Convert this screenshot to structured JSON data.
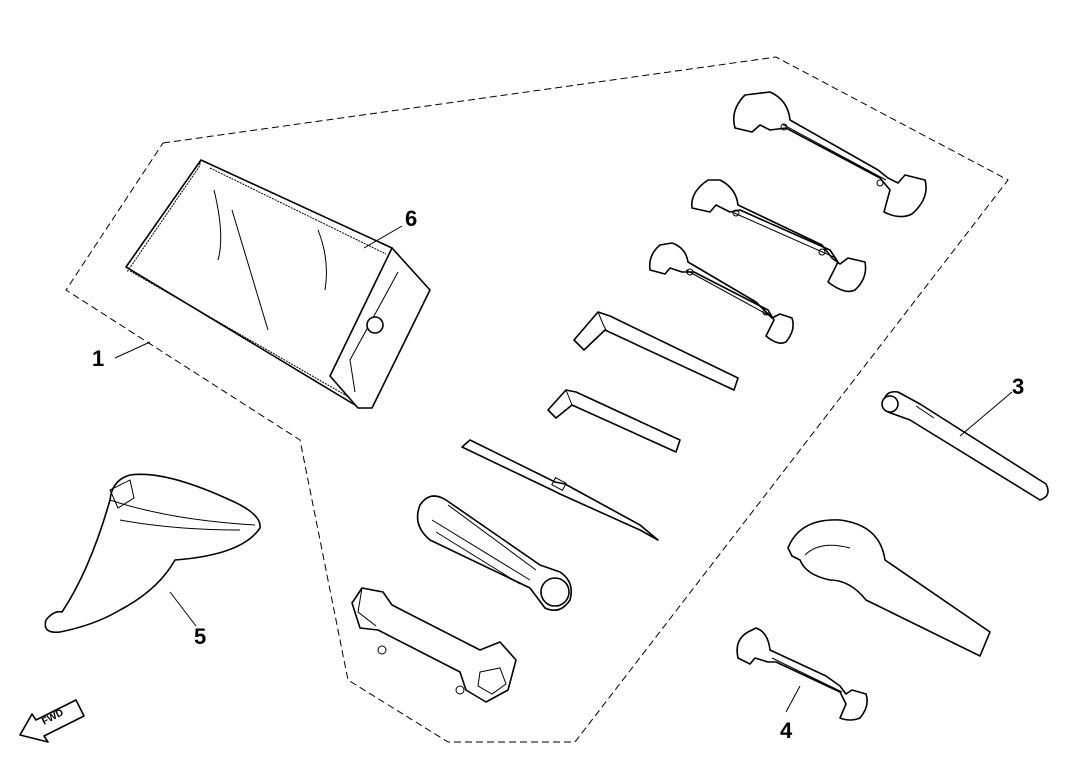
{
  "callouts": [
    {
      "id": "1",
      "text": "1"
    },
    {
      "id": "3",
      "text": "3"
    },
    {
      "id": "4",
      "text": "4"
    },
    {
      "id": "5",
      "text": "5"
    },
    {
      "id": "6",
      "text": "6"
    }
  ],
  "fwd_arrow": {
    "text": "FWD"
  },
  "colors": {
    "line": "#000000",
    "background": "#ffffff"
  }
}
